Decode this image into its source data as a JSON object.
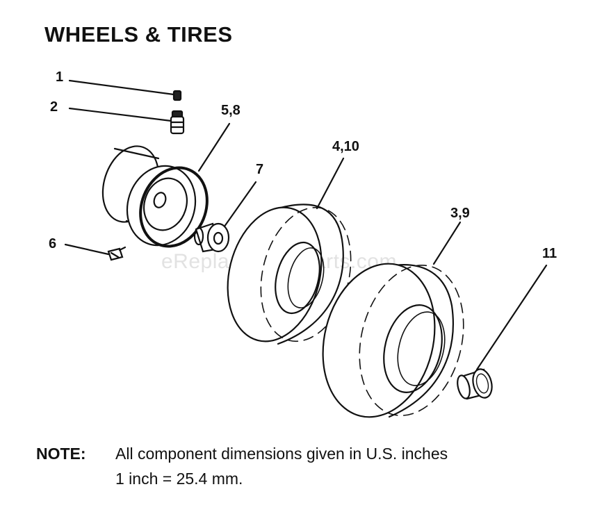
{
  "title": "WHEELS & TIRES",
  "callouts": {
    "c1": "1",
    "c2": "2",
    "c58": "5,8",
    "c7": "7",
    "c410": "4,10",
    "c39": "3,9",
    "c6": "6",
    "c11": "11"
  },
  "watermark": "eReplacementParts.com",
  "note": {
    "label": "NOTE:",
    "line1": "All component dimensions given in U.S. inches",
    "line2": "1 inch = 25.4 mm."
  }
}
